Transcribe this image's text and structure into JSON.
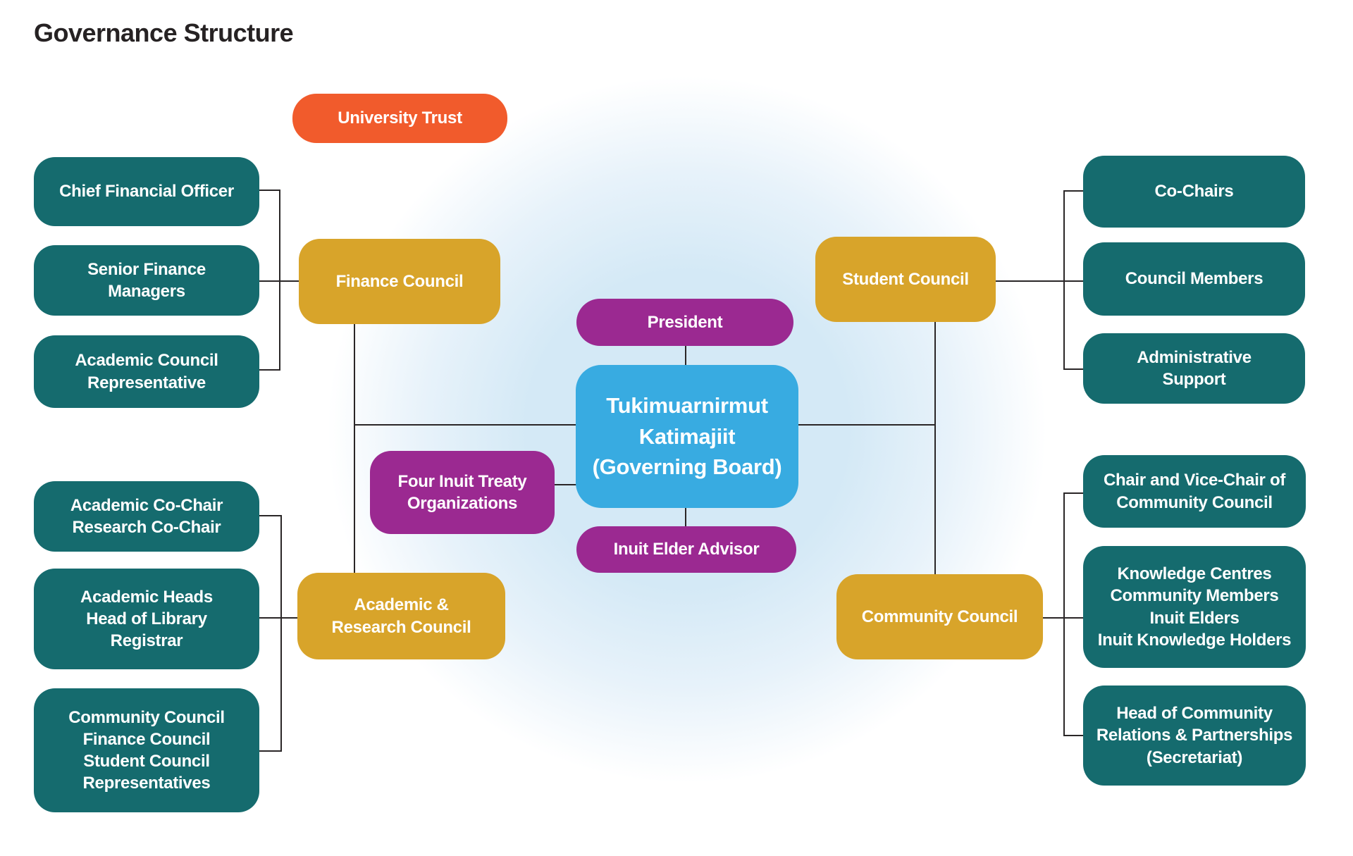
{
  "title": "Governance Structure",
  "colors": {
    "teal": "#156b6e",
    "gold": "#d8a42a",
    "orange": "#f15b2c",
    "purple": "#9b2991",
    "blue": "#38abe1",
    "line": "#2a2627",
    "title": "#262223",
    "bg_tint": "#d4e9f6"
  },
  "nodes": {
    "university_trust": "University Trust",
    "cfo": "Chief Financial Officer",
    "senior_finance_managers": "Senior Finance\nManagers",
    "academic_council_rep": "Academic Council\nRepresentative",
    "finance_council": "Finance Council",
    "academic_cochair": "Academic Co-Chair\nResearch Co-Chair",
    "academic_heads": "Academic Heads\nHead of Library\nRegistrar",
    "council_reps": "Community Council\nFinance Council\nStudent Council\nRepresentatives",
    "academic_research_council": "Academic &\nResearch Council",
    "four_inuit_treaty": "Four Inuit Treaty\nOrganizations",
    "president": "President",
    "governing_board": "Tukimuarnirmut\nKatimajiit\n(Governing Board)",
    "inuit_elder_advisor": "Inuit Elder Advisor",
    "student_council": "Student Council",
    "co_chairs": "Co-Chairs",
    "council_members": "Council Members",
    "administrative_support": "Administrative\nSupport",
    "community_council": "Community Council",
    "chair_vice_chair": "Chair and Vice-Chair of\nCommunity Council",
    "knowledge_centres": "Knowledge Centres\nCommunity Members\nInuit Elders\nInuit Knowledge Holders",
    "head_community_relations": "Head of Community\nRelations & Partnerships\n(Secretariat)"
  }
}
